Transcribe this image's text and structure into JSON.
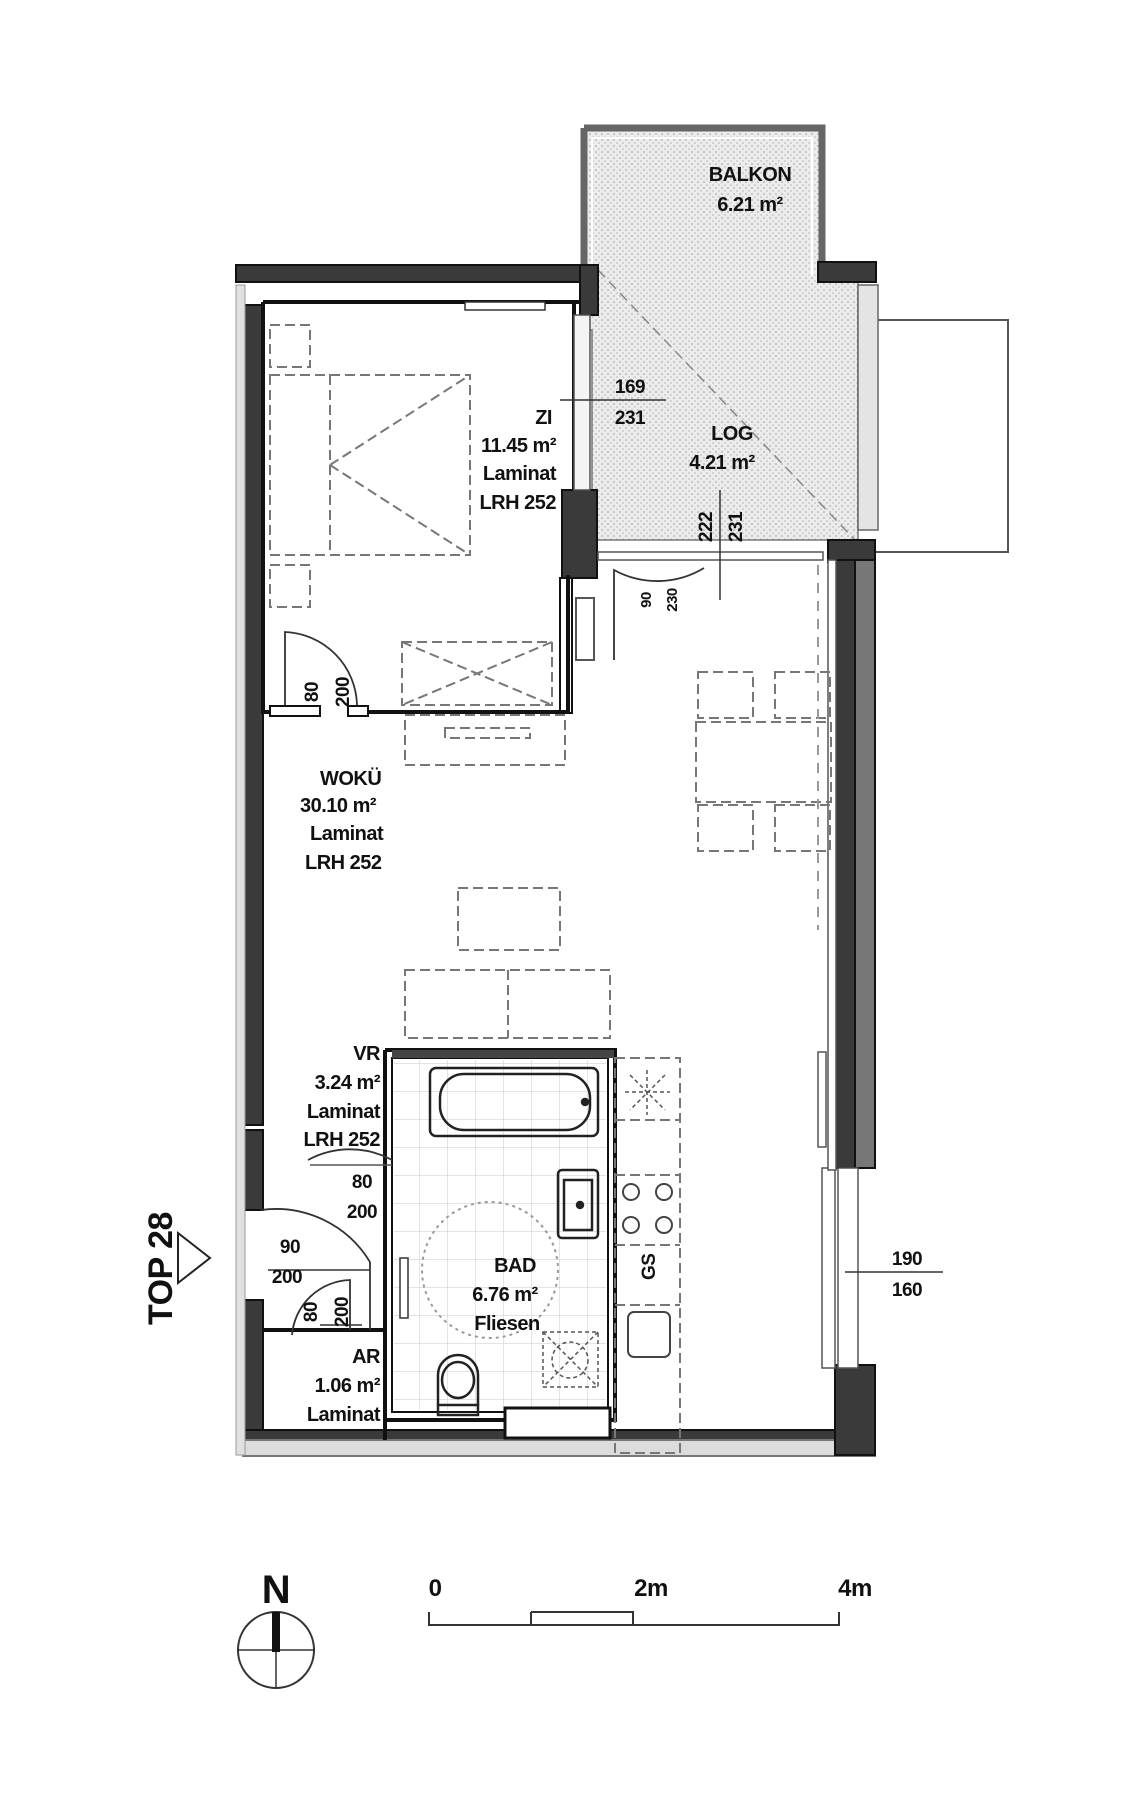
{
  "unit_label": "TOP 28",
  "rooms": {
    "balkon": {
      "name": "BALKON",
      "area": "6.21  m²"
    },
    "log": {
      "name": "LOG",
      "area": "4.21  m²"
    },
    "zi": {
      "name": "ZI",
      "area": "11.45  m²",
      "floor": "Laminat",
      "height": "LRH 252"
    },
    "wokue": {
      "name": "WOKÜ",
      "area": "30.10  m²",
      "floor": "Laminat",
      "height": "LRH 252"
    },
    "vr": {
      "name": "VR",
      "area": "3.24  m²",
      "floor": "Laminat",
      "height": "LRH 252"
    },
    "bad": {
      "name": "BAD",
      "area": "6.76  m²",
      "floor": "Fliesen"
    },
    "ar": {
      "name": "AR",
      "area": "1.06  m²",
      "floor": "Laminat"
    }
  },
  "openings": {
    "log_window": {
      "width": "169",
      "height": "231"
    },
    "log_door": {
      "width": "222",
      "height": "231"
    },
    "woku_door": {
      "width": "90",
      "height": "230"
    },
    "zi_door": {
      "width": "80",
      "height": "200"
    },
    "bad_door": {
      "width": "80",
      "height": "200"
    },
    "entry_door": {
      "width": "90",
      "height": "200"
    },
    "ar_door": {
      "width": "80",
      "height": "200"
    },
    "east_window": {
      "width": "190",
      "height": "160"
    }
  },
  "appliance_gs": "GS",
  "compass": {
    "label": "N"
  },
  "scale": {
    "labels": [
      "0",
      "2m",
      "4m"
    ]
  }
}
